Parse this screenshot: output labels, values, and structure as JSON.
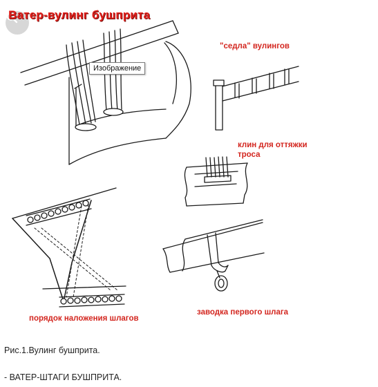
{
  "figure": {
    "title": "Ватер-вулинг бушприта",
    "labels": {
      "saddles": "\"седла\" вулингов",
      "wedge_line1": "клин для оттяжки",
      "wedge_line2": "троса",
      "order": "порядок наложения шлагов",
      "first_turn": "заводка первого шлага"
    },
    "tooltip": "Изображение",
    "search_icon": "magnifier-icon"
  },
  "caption": "Рис.1.Вулинг бушприта.",
  "section_heading": "- ВАТЕР-ШТАГИ БУШПРИТА."
}
